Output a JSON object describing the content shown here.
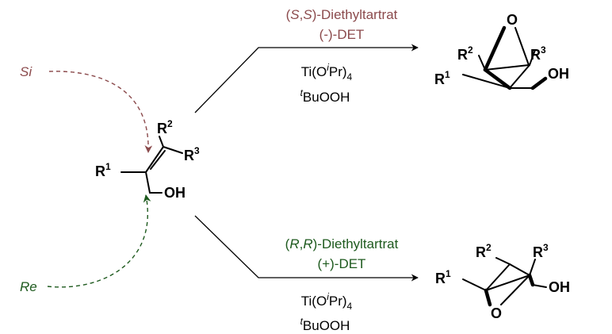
{
  "colors": {
    "si": "#8b4a4c",
    "re": "#1e5a1e",
    "ink": "#000000"
  },
  "faces": {
    "si": "Si",
    "re": "Re"
  },
  "reagents": {
    "top": {
      "catalyst_prefix_open": "(",
      "catalyst_config_a": "S",
      "catalyst_config_sep": ",",
      "catalyst_config_b": "S",
      "catalyst_suffix": ")-Diethyltartrat",
      "abbreviation": "(-)-DET",
      "titanium_pre": "Ti(O",
      "titanium_iso": "i",
      "titanium_post": "Pr)",
      "titanium_sub": "4",
      "peroxide_t": "t",
      "peroxide": "BuOOH"
    },
    "bottom": {
      "catalyst_prefix_open": "(",
      "catalyst_config_a": "R",
      "catalyst_config_sep": ",",
      "catalyst_config_b": "R",
      "catalyst_suffix": ")-Diethyltartrat",
      "abbreviation": "(+)-DET",
      "titanium_pre": "Ti(O",
      "titanium_iso": "i",
      "titanium_post": "Pr)",
      "titanium_sub": "4",
      "peroxide_t": "t",
      "peroxide": "BuOOH"
    }
  },
  "substrate": {
    "r1": "R",
    "r1_sup": "1",
    "r2": "R",
    "r2_sup": "2",
    "r3": "R",
    "r3_sup": "3",
    "oh": "OH"
  },
  "product_top": {
    "o": "O",
    "r1": "R",
    "r1_sup": "1",
    "r2": "R",
    "r2_sup": "2",
    "r3": "R",
    "r3_sup": "3",
    "oh": "OH"
  },
  "product_bottom": {
    "o": "O",
    "r1": "R",
    "r1_sup": "1",
    "r2": "R",
    "r2_sup": "2",
    "r3": "R",
    "r3_sup": "3",
    "oh": "OH"
  }
}
